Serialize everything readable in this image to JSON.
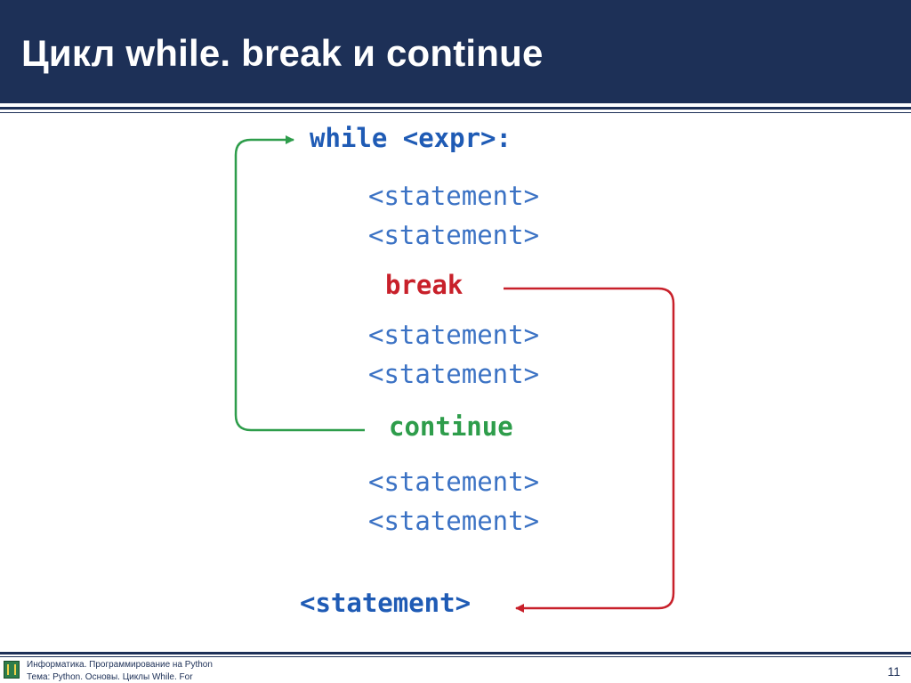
{
  "slide": {
    "title": "Цикл while. break и continue",
    "page_number": "11"
  },
  "code": {
    "while_line": "while <expr>:",
    "statements_block_1": [
      "<statement>",
      "<statement>"
    ],
    "break_keyword": "break",
    "statements_block_2": [
      "<statement>",
      "<statement>"
    ],
    "continue_keyword": "continue",
    "statements_block_3": [
      "<statement>",
      "<statement>"
    ],
    "after_loop_statement": "<statement>"
  },
  "footer": {
    "line1": "Информатика. Программирование на Python",
    "line2": "Тема: Python. Основы. Циклы While. For"
  },
  "colors": {
    "header_bg": "#1d3057",
    "keyword_blue": "#1f5bb5",
    "statement_blue": "#3b72c4",
    "break_red": "#c8202a",
    "continue_green": "#2e9d4b"
  }
}
